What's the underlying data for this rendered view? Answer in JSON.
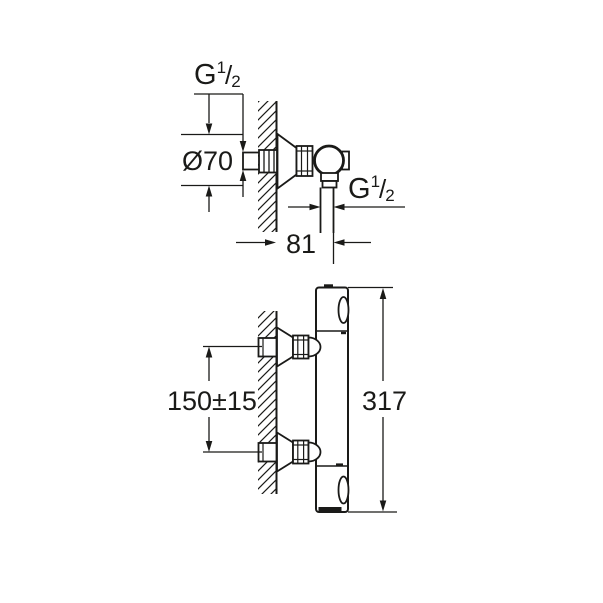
{
  "canvas": {
    "background": "#ffffff",
    "line_color": "#1a1a18"
  },
  "top_view": {
    "wall_thread_label": {
      "prefix": "G",
      "numerator": "1",
      "separator": "/",
      "denominator": "2"
    },
    "escutcheon_diameter_label": "Ø70",
    "outlet_thread_label": {
      "prefix": "G",
      "numerator": "1",
      "separator": "/",
      "denominator": "2"
    },
    "wall_to_outlet_label": "81"
  },
  "side_view": {
    "connection_spacing_label": "150±15",
    "overall_height_label": "317"
  }
}
